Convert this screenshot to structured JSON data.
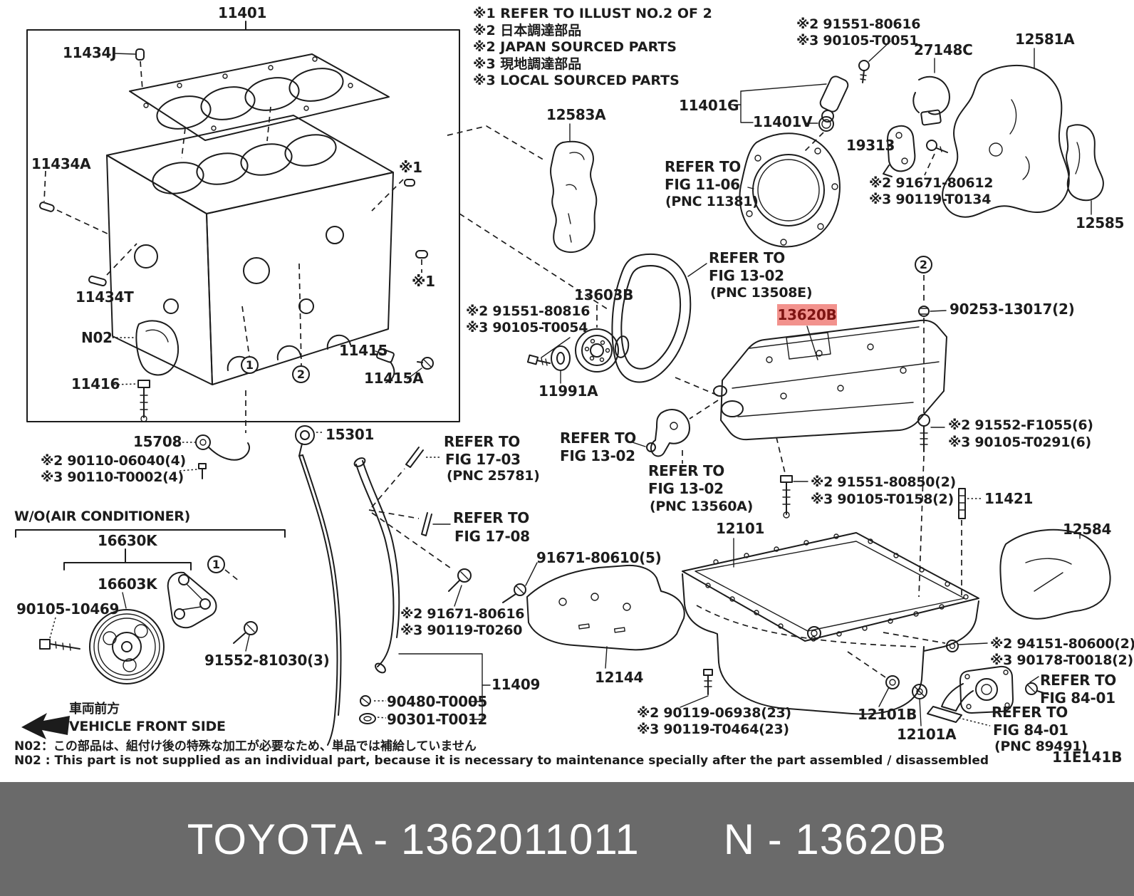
{
  "colors": {
    "ink": "#1c1c1c",
    "banner_bg": "#6a6a6a",
    "banner_fg": "#ffffff",
    "highlight_bg": "#f2928d",
    "highlight_fg": "#7e1412"
  },
  "banner": {
    "left": "TOYOTA - 1362011011",
    "right": "N - 13620B"
  },
  "legend": {
    "lines": [
      "※1 REFER TO ILLUST NO.2 OF 2",
      "※2 日本調達部品",
      "※2 JAPAN SOURCED PARTS",
      "※3 現地調達部品",
      "※3 LOCAL SOURCED PARTS"
    ]
  },
  "footnotes": {
    "jp": "N02：この部品は、組付け後の特殊な加工が必要なため、単品では補給していません",
    "en": "N02 : This part is not supplied as an individual part, because it is necessary to maintenance specially after the part assembled / disassembled",
    "page_code": "11E141B"
  },
  "highlight": {
    "text": "13620B"
  },
  "callouts": [
    {
      "n": "1"
    },
    {
      "n": "2"
    },
    {
      "n": "2"
    },
    {
      "n": "1"
    }
  ],
  "labels": [
    {
      "id": "l-11401",
      "text": "11401"
    },
    {
      "id": "l-11434J",
      "text": "11434J"
    },
    {
      "id": "l-11434A",
      "text": "11434A"
    },
    {
      "id": "l-star1-a",
      "text": "※1"
    },
    {
      "id": "l-star1-b",
      "text": "※1"
    },
    {
      "id": "l-11434T",
      "text": "11434T"
    },
    {
      "id": "l-N02",
      "text": "N02"
    },
    {
      "id": "l-11416",
      "text": "11416"
    },
    {
      "id": "l-11415",
      "text": "11415"
    },
    {
      "id": "l-11415A",
      "text": "11415A"
    },
    {
      "id": "l-15708",
      "text": "15708"
    },
    {
      "id": "l-90110-06040",
      "text": "※2 90110-06040(4)"
    },
    {
      "id": "l-90110-T0002",
      "text": "※3 90110-T0002(4)"
    },
    {
      "id": "l-15301",
      "text": "15301"
    },
    {
      "id": "l-12583A",
      "text": "12583A"
    },
    {
      "id": "l-91551-80616",
      "text": "※2 91551-80616"
    },
    {
      "id": "l-90105-T0051",
      "text": "※3 90105-T0051"
    },
    {
      "id": "l-27148C",
      "text": "27148C"
    },
    {
      "id": "l-12581A",
      "text": "12581A"
    },
    {
      "id": "l-11401G",
      "text": "11401G"
    },
    {
      "id": "l-11401V",
      "text": "11401V"
    },
    {
      "id": "l-19313",
      "text": "19313"
    },
    {
      "id": "l-91671-80612",
      "text": "※2 91671-80612"
    },
    {
      "id": "l-90119-T0134",
      "text": "※3 90119-T0134"
    },
    {
      "id": "l-12585",
      "text": "12585"
    },
    {
      "id": "l-ref1106-1",
      "text": "REFER TO"
    },
    {
      "id": "l-ref1106-2",
      "text": "FIG 11-06"
    },
    {
      "id": "l-ref1106-3",
      "text": "(PNC 11381)"
    },
    {
      "id": "l-ref1302a-1",
      "text": "REFER TO"
    },
    {
      "id": "l-ref1302a-2",
      "text": "FIG 13-02"
    },
    {
      "id": "l-ref1302a-3",
      "text": "(PNC 13508E)"
    },
    {
      "id": "l-13603B",
      "text": "13603B"
    },
    {
      "id": "l-91551-80816",
      "text": "※2 91551-80816"
    },
    {
      "id": "l-90105-T0054",
      "text": "※3 90105-T0054"
    },
    {
      "id": "l-11991A",
      "text": "11991A"
    },
    {
      "id": "l-90253-13017",
      "text": "90253-13017(2)"
    },
    {
      "id": "l-91552-F1055",
      "text": "※2 91552-F1055(6)"
    },
    {
      "id": "l-90105-T0291",
      "text": "※3 90105-T0291(6)"
    },
    {
      "id": "l-ref1302b-1",
      "text": "REFER TO"
    },
    {
      "id": "l-ref1302b-2",
      "text": "FIG 13-02"
    },
    {
      "id": "l-ref1302c-1",
      "text": "REFER TO"
    },
    {
      "id": "l-ref1302c-2",
      "text": "FIG 13-02"
    },
    {
      "id": "l-ref1302c-3",
      "text": "(PNC 13560A)"
    },
    {
      "id": "l-91551-80850",
      "text": "※2 91551-80850(2)"
    },
    {
      "id": "l-90105-T0158",
      "text": "※3 90105-T0158(2)"
    },
    {
      "id": "l-11421",
      "text": "11421"
    },
    {
      "id": "l-12101",
      "text": "12101"
    },
    {
      "id": "l-12584",
      "text": "12584"
    },
    {
      "id": "l-ref1703-1",
      "text": "REFER TO"
    },
    {
      "id": "l-ref1703-2",
      "text": "FIG 17-03"
    },
    {
      "id": "l-ref1703-3",
      "text": "(PNC 25781)"
    },
    {
      "id": "l-ref1708-1",
      "text": "REFER TO"
    },
    {
      "id": "l-ref1708-2",
      "text": "FIG 17-08"
    },
    {
      "id": "l-91671-80610",
      "text": "91671-80610(5)"
    },
    {
      "id": "l-91671-80616",
      "text": "※2 91671-80616"
    },
    {
      "id": "l-90119-T0260",
      "text": "※3 90119-T0260"
    },
    {
      "id": "l-11409",
      "text": "11409"
    },
    {
      "id": "l-90480-T0005",
      "text": "90480-T0005"
    },
    {
      "id": "l-90301-T0012",
      "text": "90301-T0012"
    },
    {
      "id": "l-12144",
      "text": "12144"
    },
    {
      "id": "l-90119-06938",
      "text": "※2 90119-06938(23)"
    },
    {
      "id": "l-90119-T0464",
      "text": "※3 90119-T0464(23)"
    },
    {
      "id": "l-94151-80600",
      "text": "※2 94151-80600(2)"
    },
    {
      "id": "l-90178-T0018",
      "text": "※3 90178-T0018(2)"
    },
    {
      "id": "l-ref8401a-1",
      "text": "REFER TO"
    },
    {
      "id": "l-ref8401a-2",
      "text": "FIG 84-01"
    },
    {
      "id": "l-12101B",
      "text": "12101B"
    },
    {
      "id": "l-12101A",
      "text": "12101A"
    },
    {
      "id": "l-ref8401b-1",
      "text": "REFER TO"
    },
    {
      "id": "l-ref8401b-2",
      "text": "FIG 84-01"
    },
    {
      "id": "l-ref8401b-3",
      "text": "(PNC 89491)"
    },
    {
      "id": "l-wo-ac",
      "text": "W/O(AIR CONDITIONER)"
    },
    {
      "id": "l-16630K",
      "text": "16630K"
    },
    {
      "id": "l-16603K",
      "text": "16603K"
    },
    {
      "id": "l-90105-10469",
      "text": "90105-10469"
    },
    {
      "id": "l-91552-81030",
      "text": "91552-81030(3)"
    },
    {
      "id": "l-front-jp",
      "text": "車両前方"
    },
    {
      "id": "l-front-en",
      "text": "VEHICLE FRONT SIDE"
    }
  ]
}
